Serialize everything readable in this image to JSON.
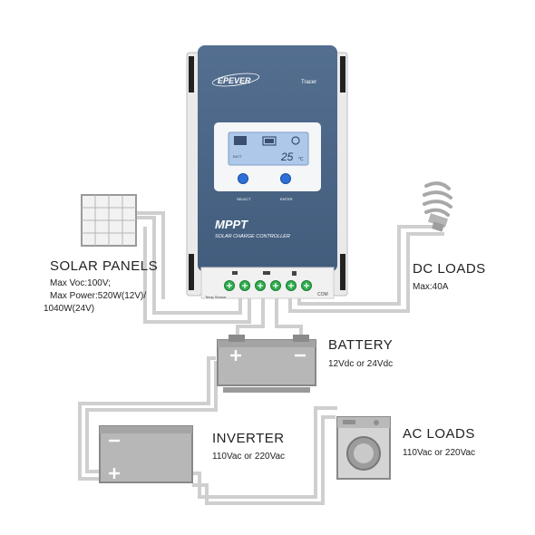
{
  "controller": {
    "brand": "EPEVER",
    "model": "Tracer",
    "title": "MPPT",
    "subtitle": "SOLAR CHARGE CONTROLLER",
    "lcd_reading": "25",
    "lcd_unit": "°C",
    "lcd_label": "BATT",
    "button_select": "SELECT",
    "button_enter": "ENTER",
    "temp_sensor_label": "Temp Sensor",
    "com_label": "COM"
  },
  "solar_panels": {
    "title": "SOLAR PANELS",
    "spec_line1": "Max Voc:100V;",
    "spec_line2": "Max Power:520W(12V)/",
    "spec_line3": "1040W(24V)"
  },
  "dc_loads": {
    "title": "DC LOADS",
    "spec": "Max:40A"
  },
  "battery": {
    "title": "BATTERY",
    "spec": "12Vdc or 24Vdc"
  },
  "inverter": {
    "title": "INVERTER",
    "spec": "110Vac or 220Vac"
  },
  "ac_loads": {
    "title": "AC LOADS",
    "spec": "110Vac or 220Vac"
  },
  "colors": {
    "controller_body": "#4a6585",
    "controller_panel": "#3f5a7a",
    "lcd": "#aec8ea",
    "wire": "#c8c8c8",
    "terminal": "#2fae4f",
    "device_gray": "#9a9a9a"
  }
}
